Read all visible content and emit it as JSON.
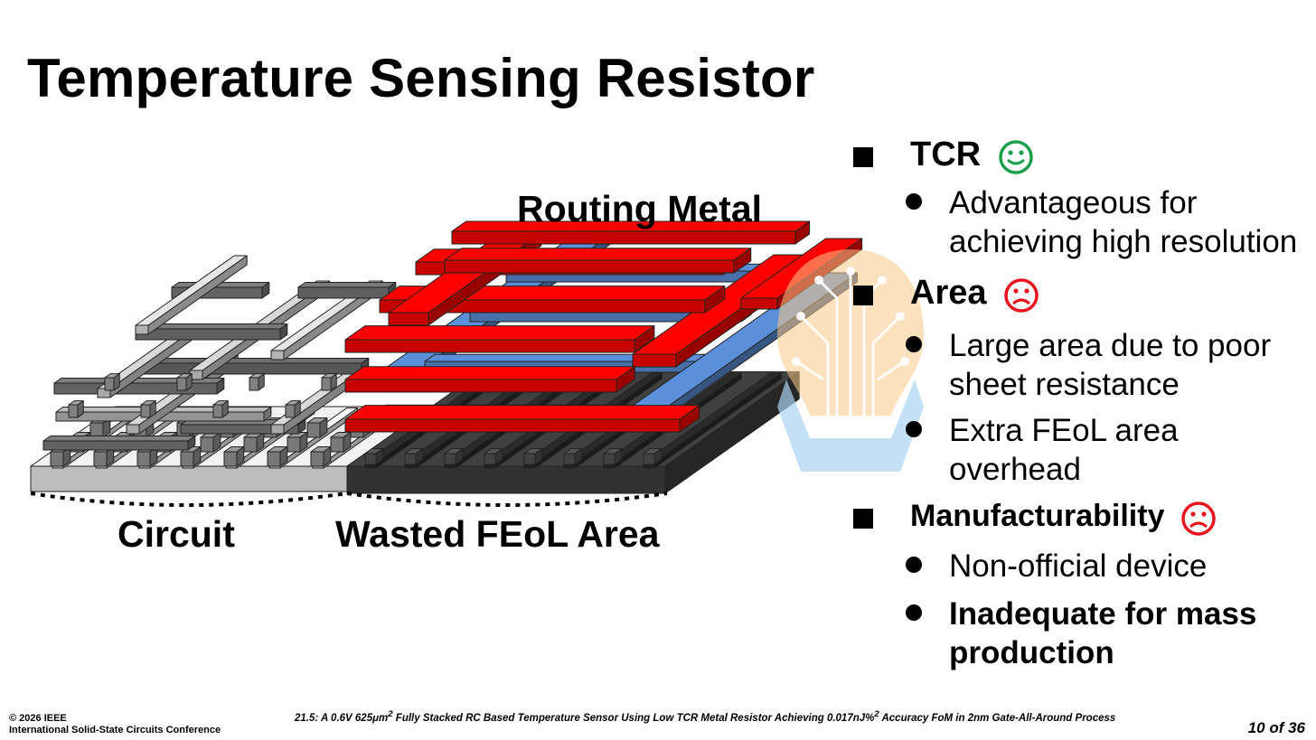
{
  "slide": {
    "title": "Temperature Sensing Resistor"
  },
  "diagram": {
    "label_routing": "Routing Metal",
    "label_circuit": "Circuit",
    "label_wasted": "Wasted FEoL Area",
    "colors": {
      "routing_metal": "#ff0000",
      "lower_metal": "#5b8fd9",
      "circuit_light": "#d9d9d9",
      "circuit_dark": "#7f7f7f",
      "substrate": "#404040"
    }
  },
  "bullets": [
    {
      "text": "TCR",
      "face": "smile-icon",
      "face_color": "#1aa04a",
      "subs": [
        {
          "lines": [
            "Advantageous for",
            "achieving high resolution"
          ],
          "bold": false
        }
      ]
    },
    {
      "text": "Area",
      "face": "frown-icon",
      "face_color": "#e8141e",
      "subs": [
        {
          "lines": [
            "Large area due to poor",
            "sheet resistance"
          ],
          "bold": false
        },
        {
          "lines": [
            "Extra FEoL area",
            "overhead"
          ],
          "bold": false
        }
      ]
    },
    {
      "text": "Manufacturability",
      "face": "frown-icon",
      "face_color": "#e8141e",
      "subs": [
        {
          "lines": [
            "Non-official device"
          ],
          "bold": false
        },
        {
          "lines": [
            "Inadequate for mass",
            "production"
          ],
          "bold": true
        }
      ]
    }
  ],
  "footer": {
    "copyright": "© 2026 IEEE",
    "conference": "International Solid-State Circuits Conference",
    "paper_prefix": "21.5: A 0.6V 625μm",
    "paper_sup1": "2",
    "paper_mid": " Fully Stacked RC Based Temperature Sensor Using Low TCR Metal Resistor Achieving 0.017nJ%",
    "paper_sup2": "2",
    "paper_suffix": " Accuracy FoM in 2nm Gate-All-Around Process",
    "page": "10 of 36"
  }
}
